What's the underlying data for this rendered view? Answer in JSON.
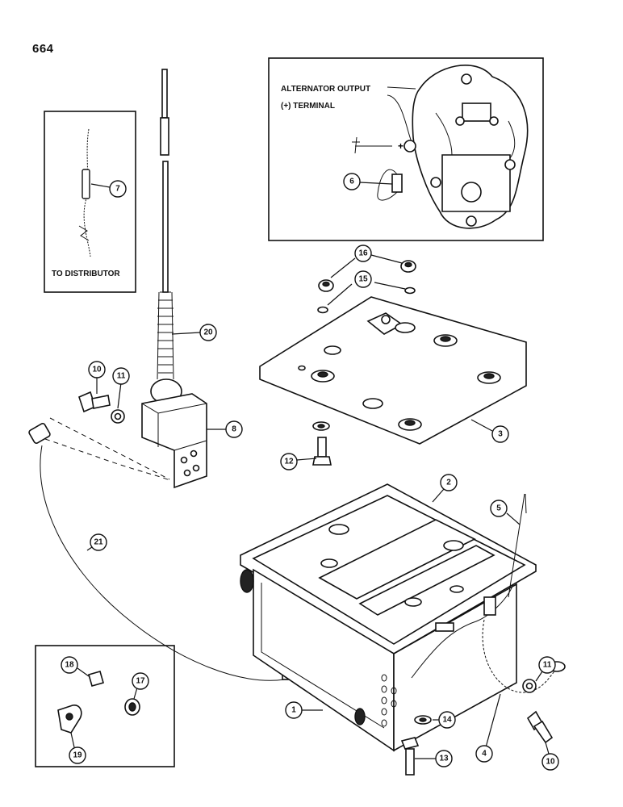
{
  "page_number": "664",
  "insets": {
    "alternator": {
      "line1": "ALTERNATOR OUTPUT",
      "line2": "(+) TERMINAL"
    },
    "distributor": {
      "label": "TO DISTRIBUTOR"
    }
  },
  "callouts": {
    "c1": "1",
    "c2": "2",
    "c3": "3",
    "c4": "4",
    "c5": "5",
    "c6": "6",
    "c7": "7",
    "c8": "8",
    "c10a": "10",
    "c10b": "10",
    "c11a": "11",
    "c11b": "11",
    "c12": "12",
    "c13": "13",
    "c14": "14",
    "c15": "15",
    "c16": "16",
    "c17": "17",
    "c18": "18",
    "c19": "19",
    "c20": "20",
    "c21": "21"
  }
}
